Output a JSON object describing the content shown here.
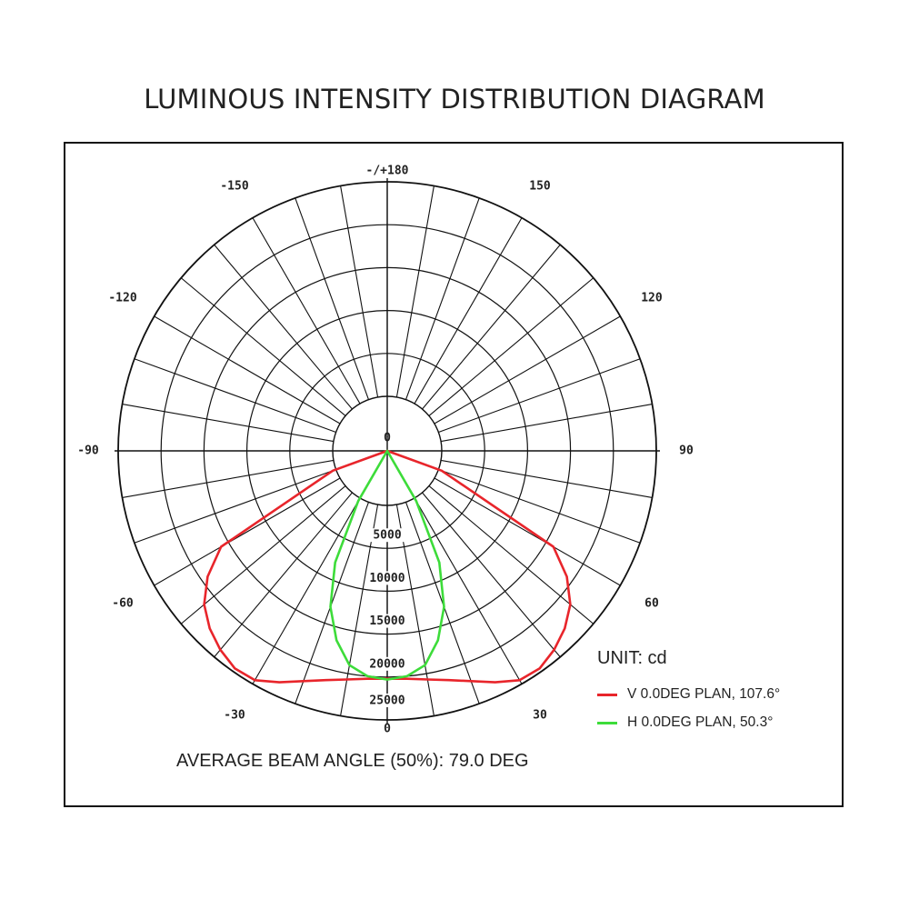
{
  "title": "LUMINOUS INTENSITY DISTRIBUTION DIAGRAM",
  "unit_label": "UNIT: cd",
  "beam_angle_text": "AVERAGE BEAM ANGLE (50%): 79.0 DEG",
  "chart_data": {
    "type": "polar",
    "title": "LUMINOUS INTENSITY DISTRIBUTION DIAGRAM",
    "unit": "cd",
    "radial_max": 25000,
    "radial_ticks": [
      5000,
      10000,
      15000,
      20000,
      25000
    ],
    "radial_tick_labels": [
      "5000",
      "10000",
      "15000",
      "20000",
      "25000"
    ],
    "angle_labels": [
      {
        "angle": 0,
        "text": "0"
      },
      {
        "angle": 30,
        "text": "30"
      },
      {
        "angle": -30,
        "text": "-30"
      },
      {
        "angle": 60,
        "text": "60"
      },
      {
        "angle": -60,
        "text": "-60"
      },
      {
        "angle": 90,
        "text": "90"
      },
      {
        "angle": -90,
        "text": "-90"
      },
      {
        "angle": 120,
        "text": "120"
      },
      {
        "angle": -120,
        "text": "-120"
      },
      {
        "angle": 150,
        "text": "150"
      },
      {
        "angle": -150,
        "text": "-150"
      },
      {
        "angle": 180,
        "text": "-/+180"
      }
    ],
    "spoke_step_deg": 10,
    "series": [
      {
        "name": "V 0.0DEG PLAN, 107.6°",
        "color": "#e8252b",
        "angles": [
          -70,
          -60,
          -55,
          -50,
          -45,
          -40,
          -35,
          -30,
          -25,
          -20,
          -15,
          -10,
          -5,
          0,
          5,
          10,
          15,
          20,
          25,
          30,
          35,
          40,
          45,
          50,
          55,
          60,
          70
        ],
        "values": [
          400,
          16000,
          19200,
          21500,
          22900,
          23900,
          24600,
          24500,
          23400,
          22200,
          21300,
          20700,
          20300,
          20200,
          20300,
          20700,
          21300,
          22200,
          23400,
          24500,
          24600,
          23900,
          22900,
          21500,
          19200,
          16000,
          400
        ]
      },
      {
        "name": "H 0.0DEG PLAN, 50.3°",
        "color": "#3ddc3a",
        "angles": [
          -30,
          -25,
          -20,
          -15,
          -10,
          -5,
          0,
          5,
          10,
          15,
          20,
          25,
          30
        ],
        "values": [
          400,
          8000,
          13000,
          16500,
          19000,
          20000,
          20300,
          20000,
          19000,
          16500,
          13000,
          8000,
          400
        ]
      }
    ],
    "legend_position": "bottom-right",
    "grid": true
  }
}
